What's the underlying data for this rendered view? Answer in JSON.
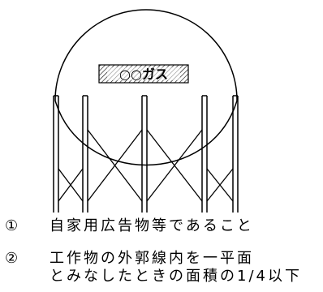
{
  "sign": {
    "text": "○○ガス"
  },
  "captions": [
    {
      "number": "①",
      "line1": "自家用広告物等であること"
    },
    {
      "number": "②",
      "line1": "工作物の外郭線内を一平面",
      "line2": "とみなしたときの面積の1/4以下"
    }
  ]
}
